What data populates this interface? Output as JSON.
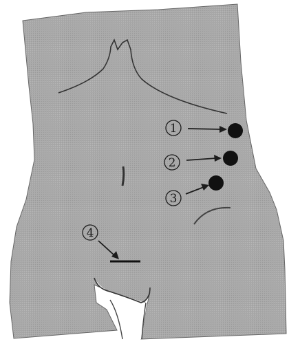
{
  "colors": {
    "background": "#ffffff",
    "torso_fill": "#a9a9a9",
    "line": "#1c1c1c",
    "marker": "#111111"
  },
  "markers": [
    {
      "label": "①",
      "kind": "dot"
    },
    {
      "label": "②",
      "kind": "dot"
    },
    {
      "label": "③",
      "kind": "dot"
    },
    {
      "label": "④",
      "kind": "incision"
    }
  ]
}
